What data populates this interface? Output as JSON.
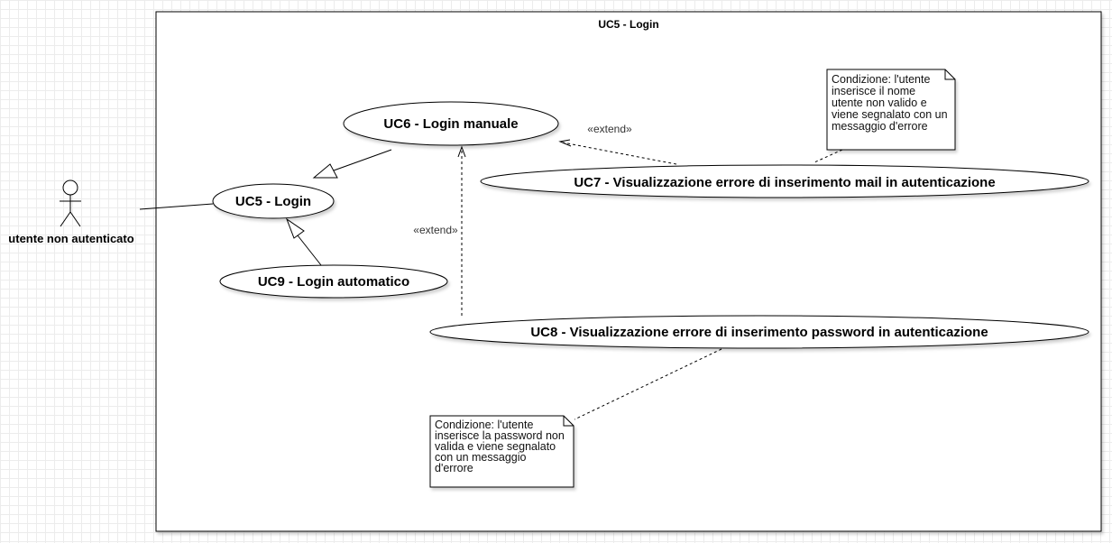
{
  "boundary": {
    "title": "UC5 - Login"
  },
  "actor": {
    "label": "utente non autenticato"
  },
  "use_cases": {
    "uc5": "UC5 - Login",
    "uc6": "UC6 - Login manuale",
    "uc7": "UC7 - Visualizzazione errore di inserimento mail in autenticazione",
    "uc8": "UC8 - Visualizzazione errore di inserimento password in autenticazione",
    "uc9": "UC9 - Login automatico"
  },
  "relations": {
    "extend_uc7": "«extend»",
    "extend_uc8": "«extend»"
  },
  "notes": {
    "note_uc7": {
      "lines": [
        "Condizione: l'utente",
        "inserisce il nome",
        "utente non valido e",
        "viene segnalato con un",
        "messaggio d'errore"
      ]
    },
    "note_uc8": {
      "lines": [
        "Condizione: l'utente",
        "inserisce la password non",
        "valida e viene segnalato",
        "con un messaggio",
        "d'errore"
      ]
    }
  }
}
